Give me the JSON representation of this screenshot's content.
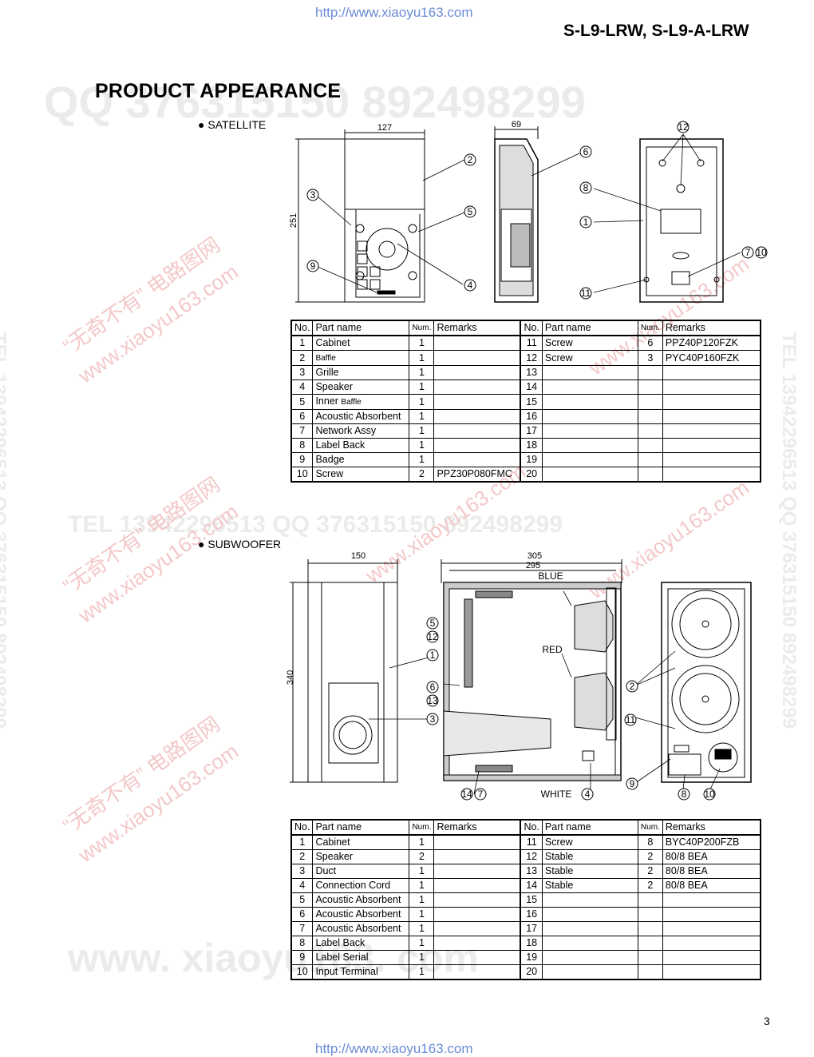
{
  "header": {
    "url_top": "http://www.xiaoyu163.com",
    "model": "S-L9-LRW, S-L9-A-LRW",
    "title": "PRODUCT APPEARANCE"
  },
  "watermarks": {
    "qq": "QQ 376315150   892498299",
    "tel_mid": "TEL 13942296513   QQ 376315150   892498299",
    "www": "www. xiaoyu163. com",
    "side": "TEL 13942296513   QQ 376315150   892498299",
    "red1": "“无奇不有” 电路图网",
    "red2": "www.xiaoyu163.com"
  },
  "satellite": {
    "label": "SATELLITE",
    "dims": {
      "width": "127",
      "depth": "69",
      "height": "251"
    },
    "callouts": [
      "1",
      "2",
      "3",
      "4",
      "5",
      "6",
      "7",
      "8",
      "9",
      "10",
      "11",
      "12"
    ],
    "table": {
      "headers": [
        "No.",
        "Part name",
        "Num.",
        "Remarks",
        "No.",
        "Part name",
        "Num.",
        "Remarks"
      ],
      "rows": [
        [
          "1",
          "Cabinet",
          "1",
          "",
          "11",
          "Screw",
          "6",
          "PPZ40P120FZK"
        ],
        [
          "2",
          "Baffle",
          "1",
          "",
          "12",
          "Screw",
          "3",
          "PYC40P160FZK"
        ],
        [
          "3",
          "Grille",
          "1",
          "",
          "13",
          "",
          "",
          ""
        ],
        [
          "4",
          "Speaker",
          "1",
          "",
          "14",
          "",
          "",
          ""
        ],
        [
          "5",
          "Inner Baffle",
          "1",
          "",
          "15",
          "",
          "",
          ""
        ],
        [
          "6",
          "Acoustic Absorbent",
          "1",
          "",
          "16",
          "",
          "",
          ""
        ],
        [
          "7",
          "Network Assy",
          "1",
          "",
          "17",
          "",
          "",
          ""
        ],
        [
          "8",
          "Label Back",
          "1",
          "",
          "18",
          "",
          "",
          ""
        ],
        [
          "9",
          "Badge",
          "1",
          "",
          "19",
          "",
          "",
          ""
        ],
        [
          "10",
          "Screw",
          "2",
          "PPZ30P080FMC",
          "20",
          "",
          "",
          ""
        ]
      ]
    }
  },
  "subwoofer": {
    "label": "SUBWOOFER",
    "dims": {
      "width": "150",
      "depth_outer": "305",
      "depth_inner": "295",
      "height": "340"
    },
    "wire_labels": {
      "blue": "BLUE",
      "red": "RED",
      "white": "WHITE"
    },
    "callouts": [
      "1",
      "2",
      "3",
      "4",
      "5",
      "6",
      "7",
      "8",
      "9",
      "10",
      "11",
      "12",
      "13",
      "14"
    ],
    "table": {
      "headers": [
        "No.",
        "Part name",
        "Num.",
        "Remarks",
        "No.",
        "Part name",
        "Num.",
        "Remarks"
      ],
      "rows": [
        [
          "1",
          "Cabinet",
          "1",
          "",
          "11",
          "Screw",
          "8",
          "BYC40P200FZB"
        ],
        [
          "2",
          "Speaker",
          "2",
          "",
          "12",
          "Stable",
          "2",
          "80/8 BEA"
        ],
        [
          "3",
          "Duct",
          "1",
          "",
          "13",
          "Stable",
          "2",
          "80/8 BEA"
        ],
        [
          "4",
          "Connection Cord",
          "1",
          "",
          "14",
          "Stable",
          "2",
          "80/8 BEA"
        ],
        [
          "5",
          "Acoustic Absorbent",
          "1",
          "",
          "15",
          "",
          "",
          ""
        ],
        [
          "6",
          "Acoustic Absorbent",
          "1",
          "",
          "16",
          "",
          "",
          ""
        ],
        [
          "7",
          "Acoustic Absorbent",
          "1",
          "",
          "17",
          "",
          "",
          ""
        ],
        [
          "8",
          "Label Back",
          "1",
          "",
          "18",
          "",
          "",
          ""
        ],
        [
          "9",
          "Label Serial",
          "1",
          "",
          "19",
          "",
          "",
          ""
        ],
        [
          "10",
          "Input Terminal",
          "1",
          "",
          "20",
          "",
          "",
          ""
        ]
      ]
    }
  },
  "footer": {
    "page_number": "3",
    "url_bottom": "http://www.xiaoyu163.com"
  }
}
